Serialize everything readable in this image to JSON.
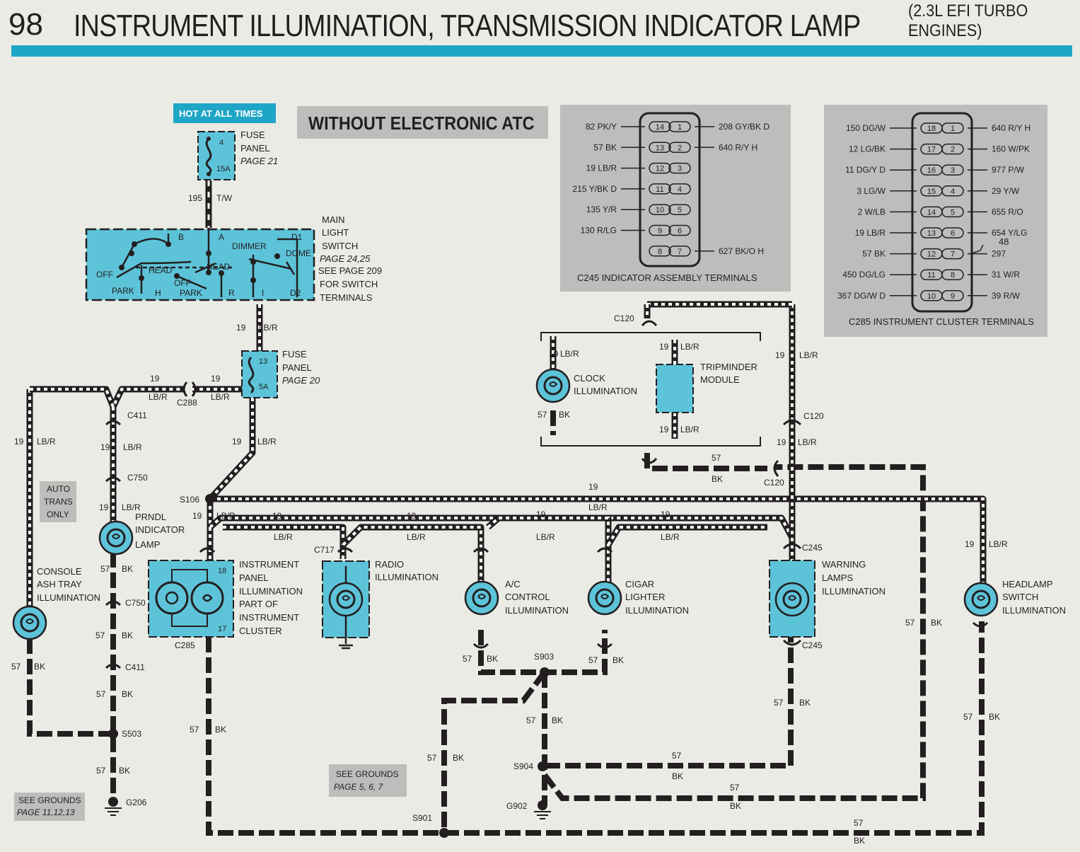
{
  "header": {
    "page_number": "98",
    "title": "INSTRUMENT ILLUMINATION, TRANSMISSION INDICATOR LAMP",
    "subtitle_line1": "(2.3L EFI TURBO",
    "subtitle_line2": "ENGINES)"
  },
  "hot_label": "HOT AT ALL TIMES",
  "variant_label": "WITHOUT ELECTRONIC ATC",
  "fuse_top": {
    "n1": "4",
    "n2": "15A",
    "l1": "FUSE",
    "l2": "PANEL",
    "l3": "PAGE 21"
  },
  "fuse_mid": {
    "n1": "13",
    "n2": "5A",
    "l1": "FUSE",
    "l2": "PANEL",
    "l3": "PAGE 20"
  },
  "wire_195": {
    "num": "195",
    "color": "T/W"
  },
  "main_switch": {
    "labels": [
      "MAIN",
      "LIGHT",
      "SWITCH",
      "PAGE 24,25",
      "SEE PAGE 209",
      "FOR SWITCH",
      "TERMINALS"
    ],
    "terms": {
      "b": "B",
      "a": "A",
      "d1": "D1",
      "dimmer": "DIMMER",
      "dome": "DOME",
      "off1": "OFF",
      "head1": "HEAD",
      "head2": "HEAD",
      "park1": "PARK",
      "h": "H",
      "off2": "OFF",
      "park2": "PARK",
      "r": "R",
      "i": "I",
      "d2": "D2"
    }
  },
  "c245": {
    "title": "C245 INDICATOR  ASSEMBLY TERMINALS",
    "left": [
      {
        "wire": "82 PK/Y",
        "pin": "14"
      },
      {
        "wire": "57 BK",
        "pin": "13"
      },
      {
        "wire": "19 LB/R",
        "pin": "12"
      },
      {
        "wire": "215 Y/BK D",
        "pin": "11"
      },
      {
        "wire": "135 Y/R",
        "pin": "10"
      },
      {
        "wire": "130 R/LG",
        "pin": "9"
      },
      {
        "wire": "",
        "pin": "8"
      }
    ],
    "right": [
      {
        "wire": "208 GY/BK D",
        "pin": "1"
      },
      {
        "wire": "640 R/Y H",
        "pin": "2"
      },
      {
        "wire": "",
        "pin": "3"
      },
      {
        "wire": "",
        "pin": "4"
      },
      {
        "wire": "",
        "pin": "5"
      },
      {
        "wire": "",
        "pin": "6"
      },
      {
        "wire": "627 BK/O H",
        "pin": "7"
      }
    ]
  },
  "c285": {
    "title": "C285 INSTRUMENT  CLUSTER TERMINALS",
    "left": [
      {
        "wire": "150 DG/W",
        "pin": "18"
      },
      {
        "wire": "12 LG/BK",
        "pin": "17"
      },
      {
        "wire": "11 DG/Y D",
        "pin": "16"
      },
      {
        "wire": "3 LG/W",
        "pin": "15"
      },
      {
        "wire": "2 W/LB",
        "pin": "14"
      },
      {
        "wire": "19 LB/R",
        "pin": "13"
      },
      {
        "wire": "57 BK",
        "pin": "12"
      },
      {
        "wire": "450 DG/LG",
        "pin": "11"
      },
      {
        "wire": "367 DG/W D",
        "pin": "10"
      }
    ],
    "right": [
      {
        "wire": "640 R/Y H",
        "pin": "1"
      },
      {
        "wire": "160 W/PK",
        "pin": "2"
      },
      {
        "wire": "977 P/W",
        "pin": "3"
      },
      {
        "wire": "29 Y/W",
        "pin": "4"
      },
      {
        "wire": "655 R/O",
        "pin": "5"
      },
      {
        "wire": "654 Y/LG",
        "pin": "6"
      },
      {
        "wire": "297",
        "pin": "7"
      },
      {
        "wire": "31 W/R",
        "pin": "8"
      },
      {
        "wire": "39 R/W",
        "pin": "9"
      }
    ],
    "extra": "48"
  },
  "wire": {
    "n19": "19",
    "lbr": "LB/R",
    "n57": "57",
    "bk": "BK"
  },
  "connectors": {
    "c120": "C120",
    "c411": "C411",
    "c288": "C288",
    "c750": "C750",
    "c285": "C285",
    "c717": "C717",
    "c245": "C245"
  },
  "splices": {
    "s106": "S106",
    "s503": "S503",
    "s903": "S903",
    "s904": "S904",
    "s901": "S901"
  },
  "grounds": {
    "g206": "G206",
    "g902": "G902"
  },
  "auto_trans": [
    "AUTO",
    "TRANS",
    "ONLY"
  ],
  "components": {
    "clock": [
      "CLOCK",
      "ILLUMINATION"
    ],
    "trip": [
      "TRIPMINDER",
      "MODULE"
    ],
    "prndl": [
      "PRNDL",
      "INDICATOR",
      "LAMP"
    ],
    "console": [
      "CONSOLE",
      "ASH TRAY",
      "ILLUMINATION"
    ],
    "ip": [
      "INSTRUMENT",
      "PANEL",
      "ILLUMINATION",
      "PART OF",
      "INSTRUMENT",
      "CLUSTER"
    ],
    "radio": [
      "RADIO",
      "ILLUMINATION"
    ],
    "ac": [
      "A/C",
      "CONTROL",
      "ILLUMINATION"
    ],
    "cigar": [
      "CIGAR",
      "LIGHTER",
      "ILLUMINATION"
    ],
    "warning": [
      "WARNING",
      "LAMPS",
      "ILLUMINATION"
    ],
    "headlamp": [
      "HEADLAMP",
      "SWITCH",
      "ILLUMINATION"
    ],
    "ip_pins": {
      "p18": "18",
      "p17": "17"
    }
  },
  "see_grounds_1": [
    "SEE GROUNDS",
    "PAGE 11,12,13"
  ],
  "see_grounds_2": [
    "SEE GROUNDS",
    "PAGE 5, 6, 7"
  ],
  "colors": {
    "component": "#5dc3d9",
    "accent": "#1fa6c7",
    "wire": "#231f20",
    "panel": "#bdbdbb"
  }
}
